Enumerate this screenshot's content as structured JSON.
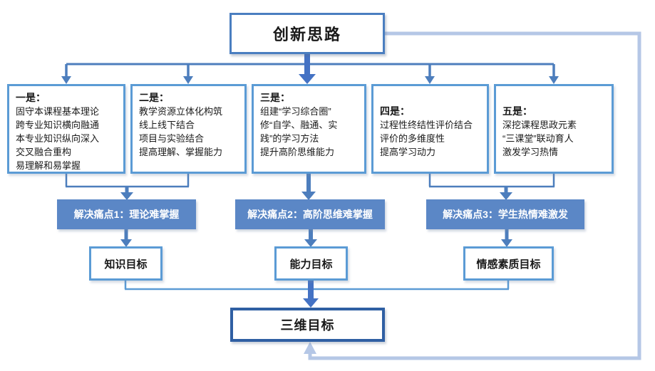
{
  "title": {
    "label": "创新思路"
  },
  "strategies": [
    {
      "heading": "一是：",
      "lines": [
        "固守本课程基本理论",
        "跨专业知识横向融通",
        "本专业知识纵向深入",
        "交叉融合重构",
        "易理解和易掌握"
      ]
    },
    {
      "heading": "二是：",
      "lines": [
        "教学资源立体化构筑",
        "线上线下结合",
        "项目与实验结合",
        "提高理解、掌握能力"
      ]
    },
    {
      "heading": "三是：",
      "lines": [
        "组建“学习综合圈”",
        "修“自学、融通、实",
        "践”的学习方法",
        "提升高阶思维能力"
      ]
    },
    {
      "heading": "四是：",
      "lines": [
        "过程性终结性评价结合",
        "评价的多维度性",
        "提高学习动力"
      ]
    },
    {
      "heading": "五是：",
      "lines": [
        "深挖课程思政元素",
        "“三课堂”联动育人",
        "激发学习热情"
      ]
    }
  ],
  "pain_points": [
    {
      "label": "解决痛点1：理论难掌握"
    },
    {
      "label": "解决痛点2：高阶思维难掌握"
    },
    {
      "label": "解决痛点3：学生热情难激发"
    }
  ],
  "goals": [
    {
      "label": "知识目标"
    },
    {
      "label": "能力目标"
    },
    {
      "label": "情感素质目标"
    }
  ],
  "final_goal": {
    "label": "三维目标"
  },
  "colors": {
    "box_border": "#5b9bd5",
    "title_border": "#4a7ec0",
    "final_border": "#2f5fa3",
    "bar_fill": "#5b87c6",
    "connector": "#4d7ebd",
    "thick_arrow": "#4472c4",
    "feedback_loop": "#b5c7e6"
  }
}
